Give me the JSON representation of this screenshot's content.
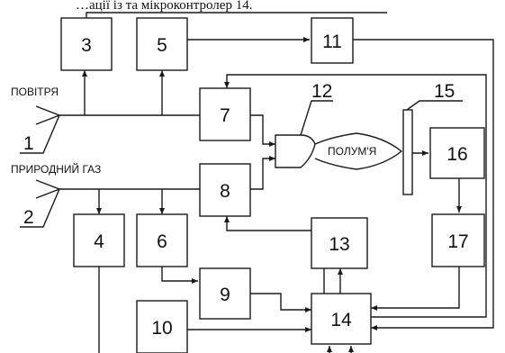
{
  "top_caption": "…ації із та мікроконтролер 14.",
  "blocks": [
    "3",
    "5",
    "11",
    "7",
    "8",
    "16",
    "4",
    "6",
    "17",
    "13",
    "9",
    "10",
    "14"
  ],
  "labels": {
    "air": "ПОВІТРЯ",
    "gas": "ПРИРОДНИЙ ГАЗ",
    "flame": "ПОЛУМ'Я",
    "n1": "1",
    "n2": "2",
    "n12": "12",
    "n15": "15"
  }
}
